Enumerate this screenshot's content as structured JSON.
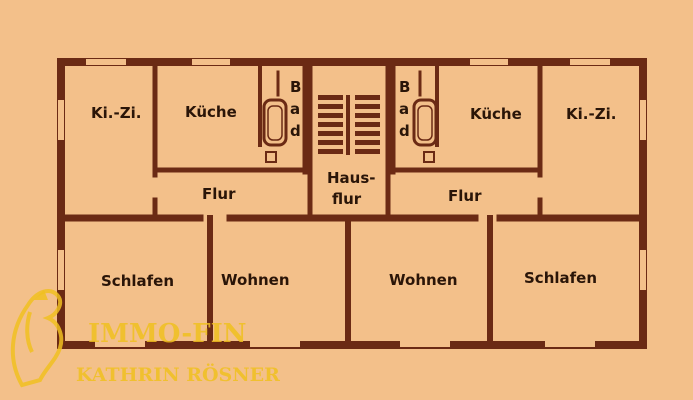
{
  "rooms": {
    "left_kizi": "Ki.-Zi.",
    "left_kueche": "Küche",
    "left_bad": [
      "B",
      "a",
      "d"
    ],
    "hausflur_line1": "Haus-",
    "hausflur_line2": "flur",
    "right_bad": [
      "B",
      "a",
      "d"
    ],
    "right_kueche": "Küche",
    "right_kizi": "Ki.-Zi.",
    "left_flur": "Flur",
    "right_flur": "Flur",
    "left_schlafen": "Schlafen",
    "left_wohnen": "Wohnen",
    "right_wohnen": "Wohnen",
    "right_schlafen": "Schlafen"
  },
  "watermark": {
    "line1": "IMMO-FIN",
    "line2": "KATHRIN RÖSNER",
    "icon": "horse-logo-icon"
  },
  "colors": {
    "background": "#f3c08a",
    "wall": "#6b2a14",
    "text": "#2a1508",
    "watermark": "#f0c020"
  }
}
